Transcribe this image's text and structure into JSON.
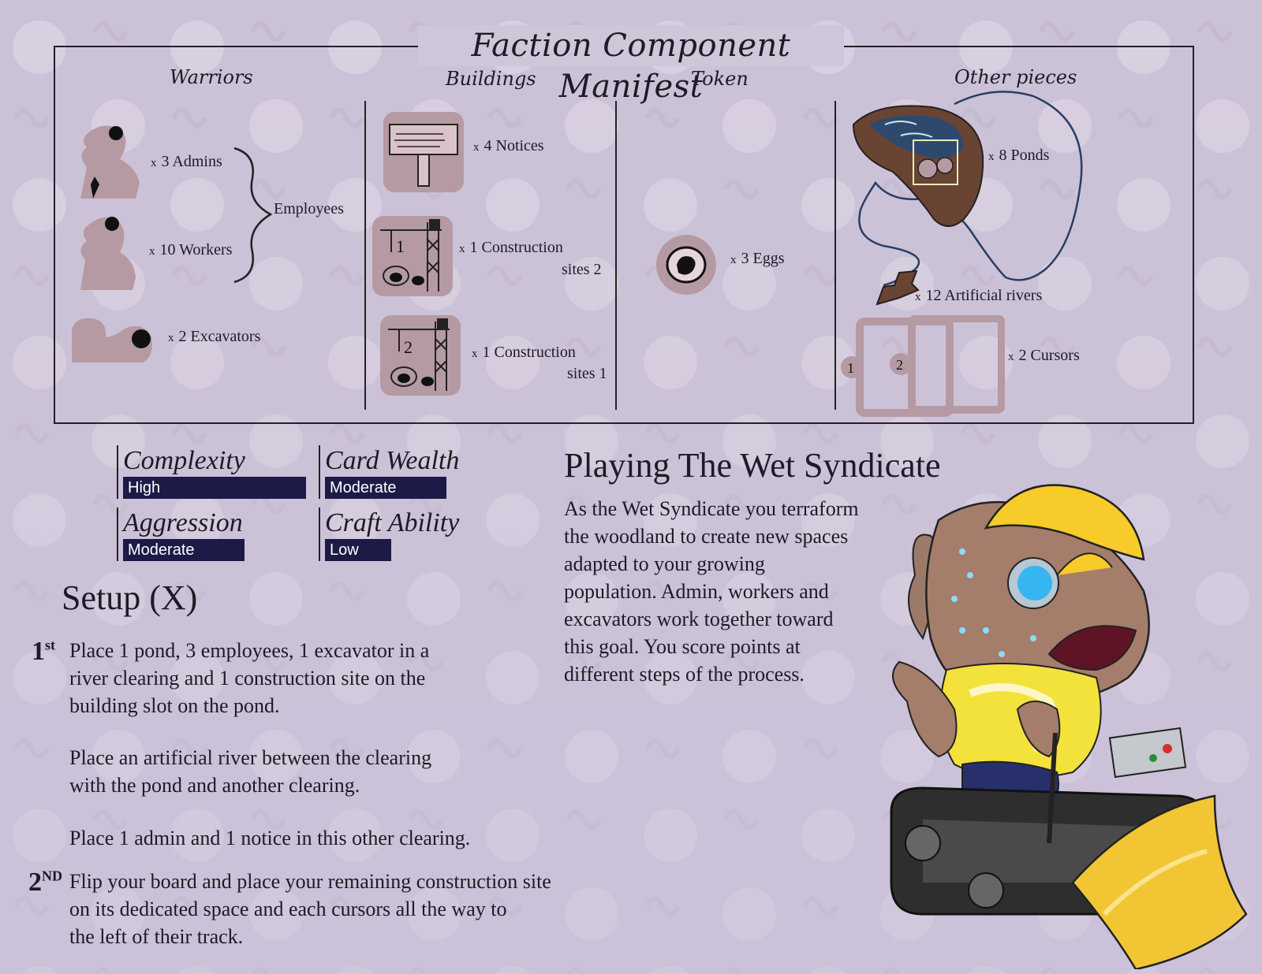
{
  "manifest": {
    "title": "Faction Component Manifest",
    "columns": {
      "warriors": "Warriors",
      "buildings": "Buildings",
      "token": "Token",
      "other": "Other pieces"
    },
    "warriors": {
      "admins": {
        "x": "x",
        "label": "3 Admins"
      },
      "workers": {
        "x": "x",
        "label": "10 Workers"
      },
      "group_label": "Employees",
      "excavators": {
        "x": "x",
        "label": "2 Excavators"
      }
    },
    "buildings": {
      "notices": {
        "x": "x",
        "label": "4 Notices"
      },
      "site2": {
        "x": "x",
        "line1": "1 Construction",
        "line2": "sites 2",
        "tile_num": "1"
      },
      "site1": {
        "x": "x",
        "line1": "1 Construction",
        "line2": "sites 1",
        "tile_num": "2"
      }
    },
    "token": {
      "eggs": {
        "x": "x",
        "label": "3 Eggs"
      }
    },
    "other": {
      "ponds": {
        "x": "x",
        "label": "8 Ponds"
      },
      "rivers": {
        "x": "x",
        "label": "12 Artificial rivers"
      },
      "cursors": {
        "x": "x",
        "label": "2 Cursors",
        "num1": "1",
        "num2": "2"
      }
    }
  },
  "stats": {
    "complexity": {
      "name": "Complexity",
      "value": "High"
    },
    "card_wealth": {
      "name": "Card Wealth",
      "value": "Moderate"
    },
    "aggression": {
      "name": "Aggression",
      "value": "Moderate"
    },
    "craft_ability": {
      "name": "Craft Ability",
      "value": "Low"
    }
  },
  "playing": {
    "title": "Playing The Wet Syndicate",
    "lines": [
      "As the Wet Syndicate you terraform",
      "the woodland to create new spaces",
      "adapted to your growing",
      "population. Admin, workers and",
      "excavators work together toward",
      "this goal. You score points at",
      "different steps of the process."
    ]
  },
  "setup": {
    "title": "Setup (X)",
    "step1": {
      "num": "1",
      "sup": "st",
      "p1": [
        "Place 1 pond, 3 employees, 1 excavator in a",
        "river clearing and 1 construction site on the",
        "building slot on the pond."
      ],
      "p2": [
        "Place an artificial river between the clearing",
        "with the pond and another clearing."
      ],
      "p3": [
        "Place 1 admin and 1 notice in this other clearing."
      ]
    },
    "step2": {
      "num": "2",
      "sup": "ND",
      "p1": [
        "Flip your board and place your remaining construction site",
        "on its dedicated space and each cursors all the way to",
        "the left of their track."
      ]
    }
  }
}
